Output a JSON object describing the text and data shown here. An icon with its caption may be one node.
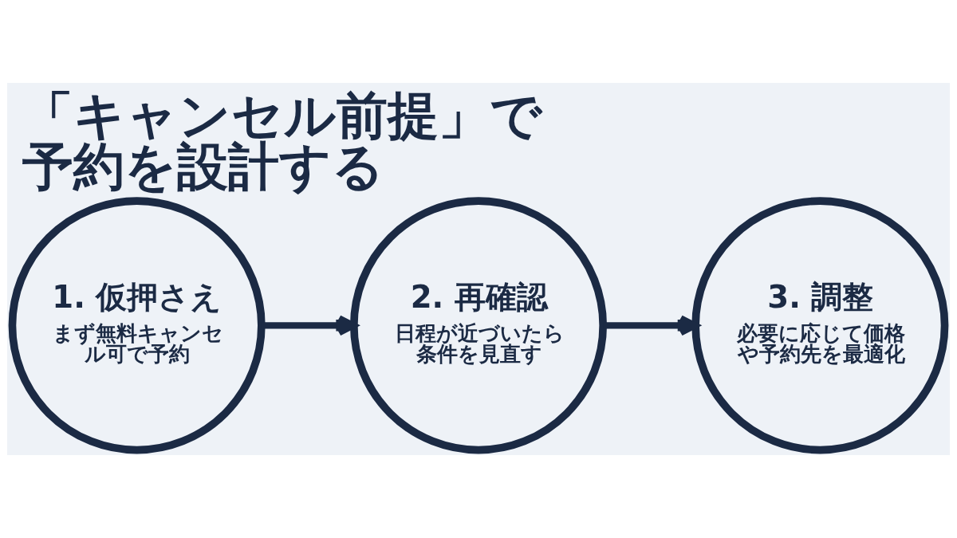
{
  "diagram": {
    "title": "「キャンセル前提」で予約を設計する",
    "nodes": [
      {
        "text": [
          "1. 仮押さえ",
          "まず無料キャンセル可で予約"
        ]
      },
      {
        "text": [
          "2. 再確認",
          "日程が近づいたら条件を見直す"
        ]
      },
      {
        "text": [
          "3. 調整",
          "必要に応じて価格や予約先を最適化"
        ]
      }
    ],
    "edges": [
      {
        "from": 0,
        "to": 1,
        "arrow": "to"
      },
      {
        "from": 1,
        "to": 2,
        "arrow": "to"
      }
    ]
  }
}
